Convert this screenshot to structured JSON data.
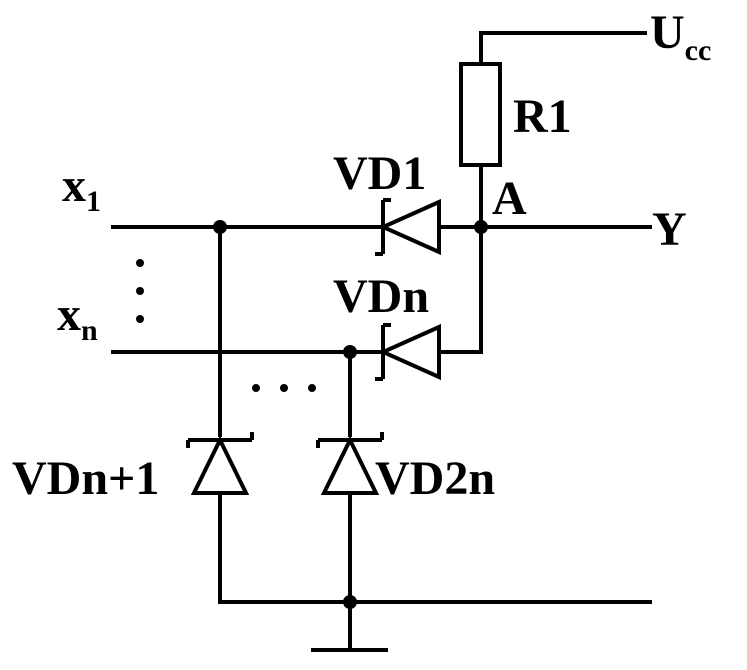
{
  "diagram": {
    "colors": {
      "line": "#000000",
      "background": "#ffffff"
    },
    "labels": {
      "supply": "U",
      "supply_sub": "cc",
      "resistor": "R1",
      "node_a": "A",
      "output": "Y",
      "input_first": "x",
      "input_first_sub": "1",
      "input_last": "x",
      "input_last_sub": "n",
      "diode_vd1": "VD1",
      "diode_vdn": "VDn",
      "diode_vdn1": "VDn+1",
      "diode_vd2n": "VD2n"
    }
  }
}
